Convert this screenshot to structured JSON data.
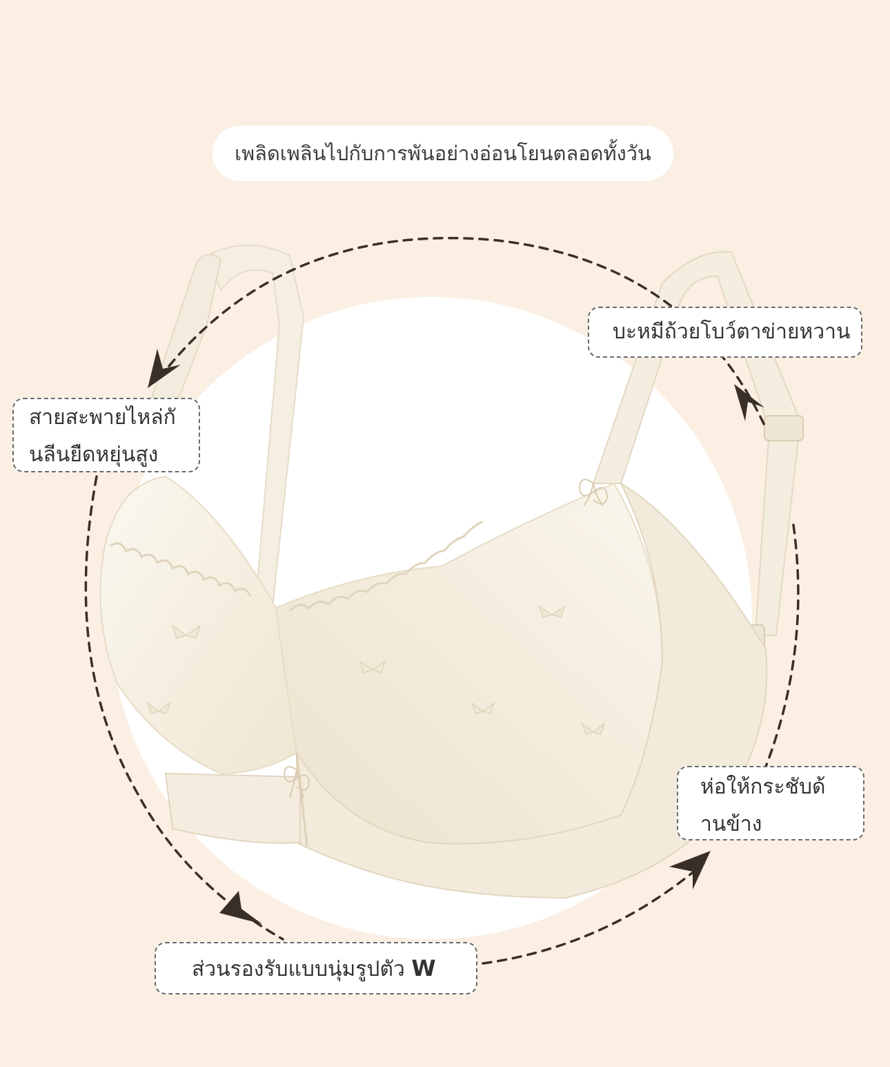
{
  "headline": "เพลิดเพลินไปกับการพันอย่างอ่อนโยนตลอดทั้งวัน",
  "callouts": {
    "lace_trim": "บะหมีถ้วยโบว์ตาข่ายหวาน",
    "shoulder_strap": {
      "line1": "สายสะพายไหล่กั",
      "line2": "นลีนยืดหยุ่นสูง"
    },
    "side_wrap": {
      "line1": "ห่อให้กระชับด้",
      "line2": "านข้าง"
    },
    "support": {
      "text": "ส่วนรองรับแบบนุ่มรูปตัว",
      "letter": "W"
    }
  },
  "colors": {
    "background": "#faefe2",
    "product": "#f7f1e4",
    "dashed_path": "#3a2f28"
  },
  "icons": [
    "arrow-head-icon",
    "bow-icon"
  ]
}
